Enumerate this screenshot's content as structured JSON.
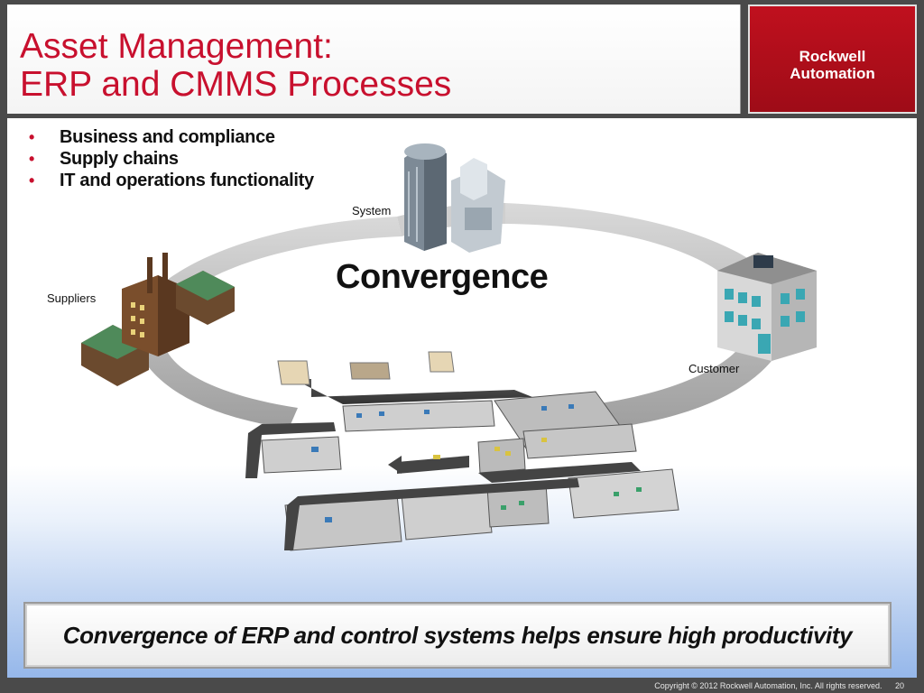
{
  "slide": {
    "title_line1": "Asset Management:",
    "title_line2": "ERP and CMMS Processes",
    "logo_line1": "Rockwell",
    "logo_line2": "Automation",
    "bullets": [
      "Business and compliance",
      "Supply chains",
      "IT and operations functionality"
    ],
    "diagram": {
      "center_label": "Convergence",
      "system_label": "System",
      "suppliers_label": "Suppliers",
      "customer_label": "Customer"
    },
    "banner": "Convergence of ERP and control systems helps ensure high productivity",
    "footer": {
      "copyright": "Copyright © 2012 Rockwell Automation, Inc. All rights reserved.",
      "page_number": "20"
    }
  },
  "colors": {
    "title": "#c8102e",
    "logo_bg": "#b00f1c",
    "bullet_dot": "#c8102e",
    "ring": "#bdbdbd",
    "background": "#4a4a4a"
  },
  "icons": [
    "office-building-icon",
    "factory-icon",
    "retail-building-icon",
    "plant-floor-icon"
  ]
}
